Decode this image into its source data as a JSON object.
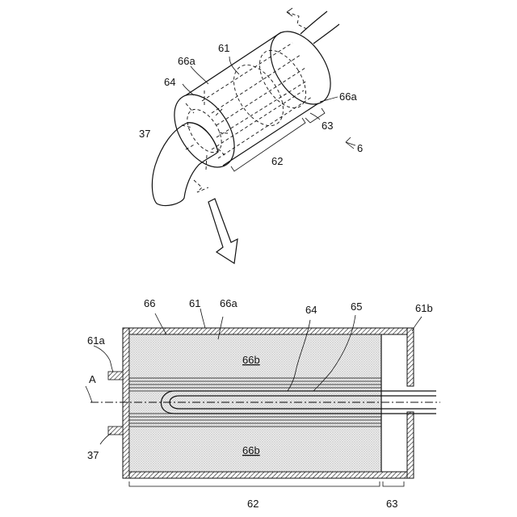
{
  "figure": {
    "top_view": {
      "labels": {
        "l61": "61",
        "l66a_left": "66a",
        "l64": "64",
        "l66a_right": "66a",
        "l63": "63",
        "l37": "37",
        "l62": "62",
        "l6": "6"
      }
    },
    "section_view": {
      "labels": {
        "l66": "66",
        "l61": "61",
        "l66a": "66a",
        "l64": "64",
        "l65": "65",
        "l61b": "61b",
        "l61a": "61a",
        "l66b_top": "66b",
        "l66b_bottom": "66b",
        "lA": "A",
        "l37": "37",
        "l62": "62",
        "l63": "63"
      }
    }
  }
}
